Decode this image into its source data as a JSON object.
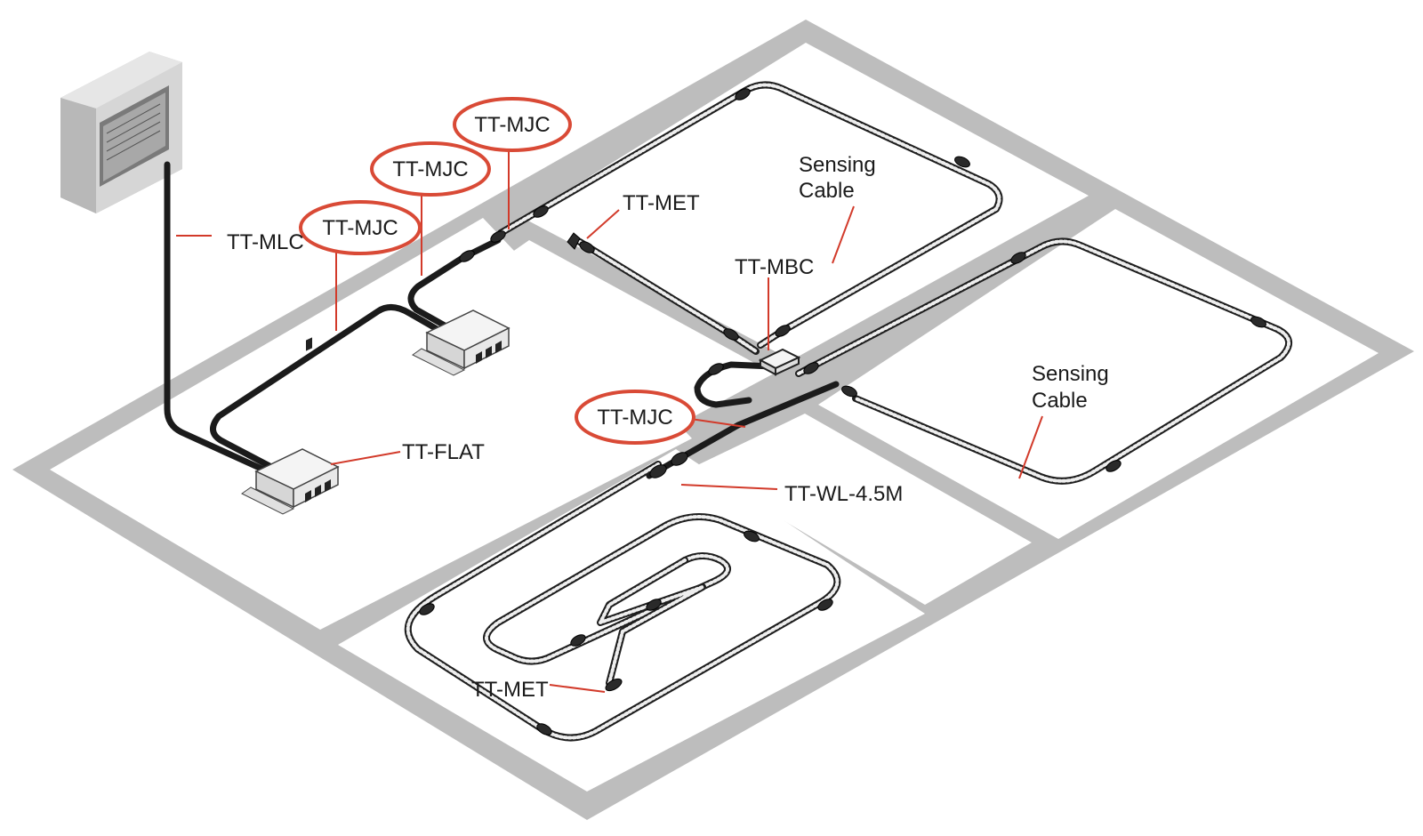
{
  "labels": {
    "tt_mlc": "TT-MLC",
    "tt_mjc_1": "TT-MJC",
    "tt_mjc_2": "TT-MJC",
    "tt_mjc_3": "TT-MJC",
    "tt_mjc_4": "TT-MJC",
    "tt_met_1": "TT-MET",
    "tt_met_2": "TT-MET",
    "tt_mbc": "TT-MBC",
    "tt_flat": "TT-FLAT",
    "tt_wl": "TT-WL-4.5M",
    "sensing_1_line1": "Sensing",
    "sensing_1_line2": "Cable",
    "sensing_2_line1": "Sensing",
    "sensing_2_line2": "Cable"
  },
  "colors": {
    "callout_red": "#d94a36",
    "floor_grid": "#bdbdbd",
    "cable": "#1b1b1b"
  }
}
